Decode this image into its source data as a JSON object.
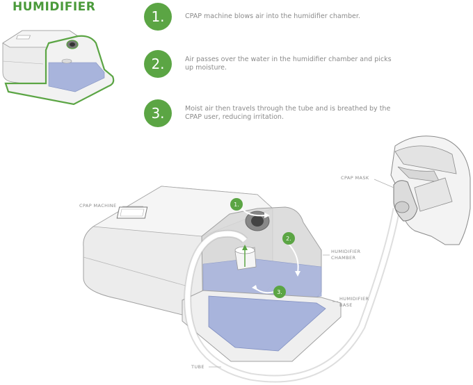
{
  "header": {
    "title": "HUMIDIFIER"
  },
  "steps": [
    {
      "number": "1.",
      "text": "CPAP machine blows air into the humidifier chamber."
    },
    {
      "number": "2.",
      "text": "Air passes over the water in the humidifier chamber and picks up moisture."
    },
    {
      "number": "3.",
      "text": "Moist air then travels through the tube and is breathed by the CPAP user, reducing irritation."
    }
  ],
  "diagram_badges": [
    "1.",
    "2.",
    "3."
  ],
  "callouts": {
    "cpap_machine": "CPAP MACHINE",
    "cpap_mask": "CPAP MASK",
    "humidifier_chamber_1": "HUMIDIFIER",
    "humidifier_chamber_2": "CHAMBER",
    "humidifier_base_1": "HUMIDIFIER",
    "humidifier_base_2": "BASE",
    "tube": "TUBE"
  },
  "colors": {
    "accent_green": "#5ba544",
    "title_green": "#4a9a3a",
    "water_blue": "#a8b4dc",
    "machine_gray": "#e6e6e6"
  }
}
